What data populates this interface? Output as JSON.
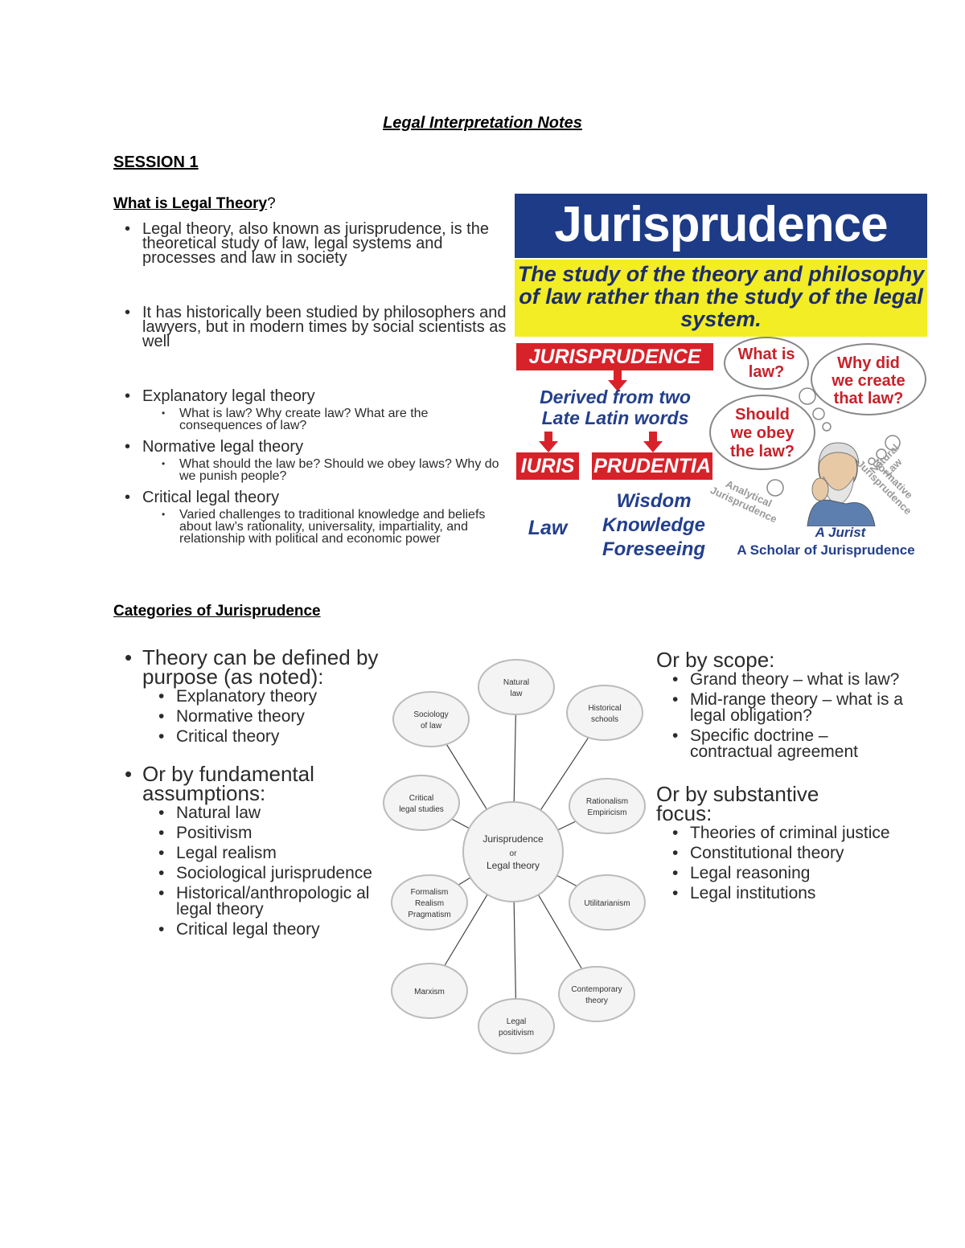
{
  "title": "Legal Interpretation Notes",
  "session": "SESSION 1 ",
  "legal_theory": {
    "heading": "What is Legal Theory",
    "heading_suffix": "?",
    "bullets": [
      {
        "text": "Legal theory, also known as jurisprudence, is the theoretical study of law, legal systems and processes and law in society",
        "sub": []
      },
      {
        "text": "It has historically been studied by philosophers and lawyers, but in modern times by social scientists as well",
        "sub": []
      },
      {
        "text": "Explanatory legal theory",
        "sub": [
          "What is law? Why create law? What are the consequences of law?"
        ]
      },
      {
        "text": "Normative legal theory",
        "sub": [
          "What should the law be? Should we obey laws? Why do we punish people?"
        ]
      },
      {
        "text": "Critical legal theory",
        "sub": [
          "Varied challenges to traditional knowledge and beliefs about law’s rationality, universality, impartiality, and relationship with political and economic power"
        ]
      }
    ]
  },
  "infographic": {
    "banner": "Jurisprudence",
    "definition": "The study of the theory and philosophy of law rather than the study of the legal system.",
    "red_label": "JURISPRUDENCE",
    "derived": "Derived from two Late Latin words",
    "word1": "IURIS",
    "word2": "PRUDENTIA",
    "meaning1": "Law",
    "meaning2": "Wisdom Knowledge Foreseeing",
    "bubble1": "What is law?",
    "bubble2": "Why did we create that law?",
    "bubble3": "Should we obey the law?",
    "tag_natural": "Natural Law",
    "tag_normative": "Normative Jurisprudence",
    "tag_analytical": "Analytical Jurisprudence",
    "jurist": "A Jurist",
    "jurist_desc": "A Scholar of Jurisprudence"
  },
  "categories": {
    "heading": "Categories of Jurisprudence",
    "left": [
      {
        "text": "Theory can be defined by purpose (as noted):",
        "sub": [
          "Explanatory theory",
          "Normative theory",
          "Critical theory"
        ]
      },
      {
        "text": "Or by fundamental assumptions:",
        "sub": [
          "Natural law",
          "Positivism",
          "Legal realism",
          "Sociological jurisprudence",
          "Historical/anthropologic al legal theory",
          "Critical legal theory"
        ]
      }
    ],
    "right": [
      {
        "text": "Or by scope:",
        "sub": [
          "Grand theory – what is law?",
          "Mid-range theory – what is a legal obligation?",
          "Specific doctrine – contractual agreement"
        ]
      },
      {
        "text": "Or by substantive focus:",
        "sub": [
          "Theories of criminal justice",
          "Constitutional theory",
          "Legal reasoning",
          "Legal institutions"
        ]
      }
    ],
    "diagram": {
      "center": [
        "Jurisprudence",
        "or",
        "Legal theory"
      ],
      "nodes": [
        [
          "Natural",
          "law"
        ],
        [
          "Historical",
          "schools"
        ],
        [
          "Rationalism",
          "Empiricism"
        ],
        [
          "Utilitarianism"
        ],
        [
          "Contemporary",
          "theory"
        ],
        [
          "Legal",
          "positivism"
        ],
        [
          "Marxism"
        ],
        [
          "Formalism",
          "Realism",
          "Pragmatism"
        ],
        [
          "Critical",
          "legal studies"
        ],
        [
          "Sociology",
          "of law"
        ]
      ]
    }
  }
}
